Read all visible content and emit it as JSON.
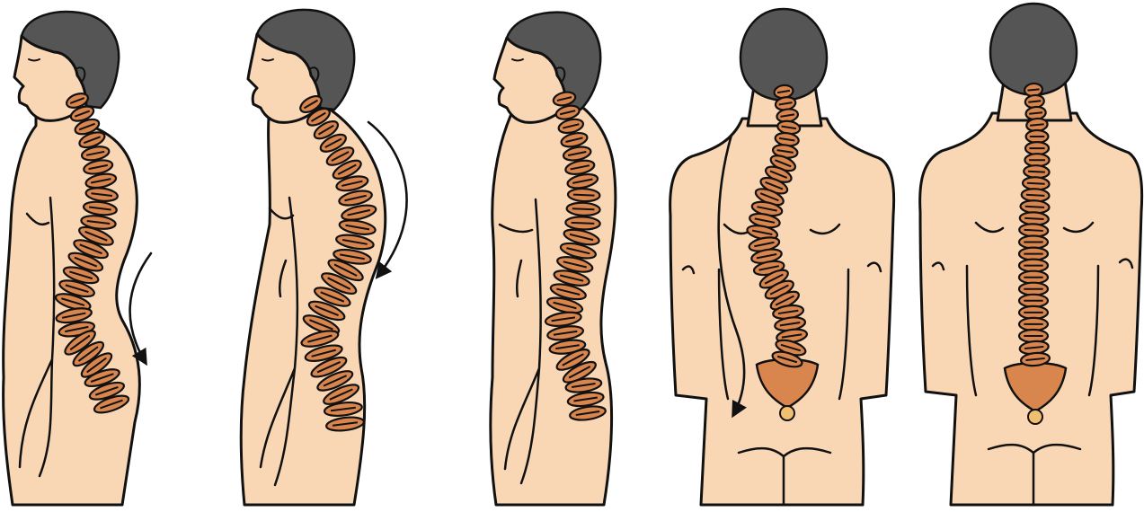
{
  "colors": {
    "skin": "#fad7b4",
    "hair": "#555555",
    "outline": "#111111",
    "vertebra": "#d9854e",
    "background": "#ffffff"
  },
  "figures": [
    {
      "id": "lordosis",
      "view": "side",
      "posture_arrow": "curved-arrow-lower-back"
    },
    {
      "id": "kyphosis",
      "view": "side",
      "posture_arrow": "curved-arrow-upper-back"
    },
    {
      "id": "normal-side",
      "view": "side",
      "posture_arrow": ""
    },
    {
      "id": "scoliosis",
      "view": "back",
      "posture_arrow": "curved-arrow-side"
    },
    {
      "id": "normal-back",
      "view": "back",
      "posture_arrow": ""
    }
  ]
}
